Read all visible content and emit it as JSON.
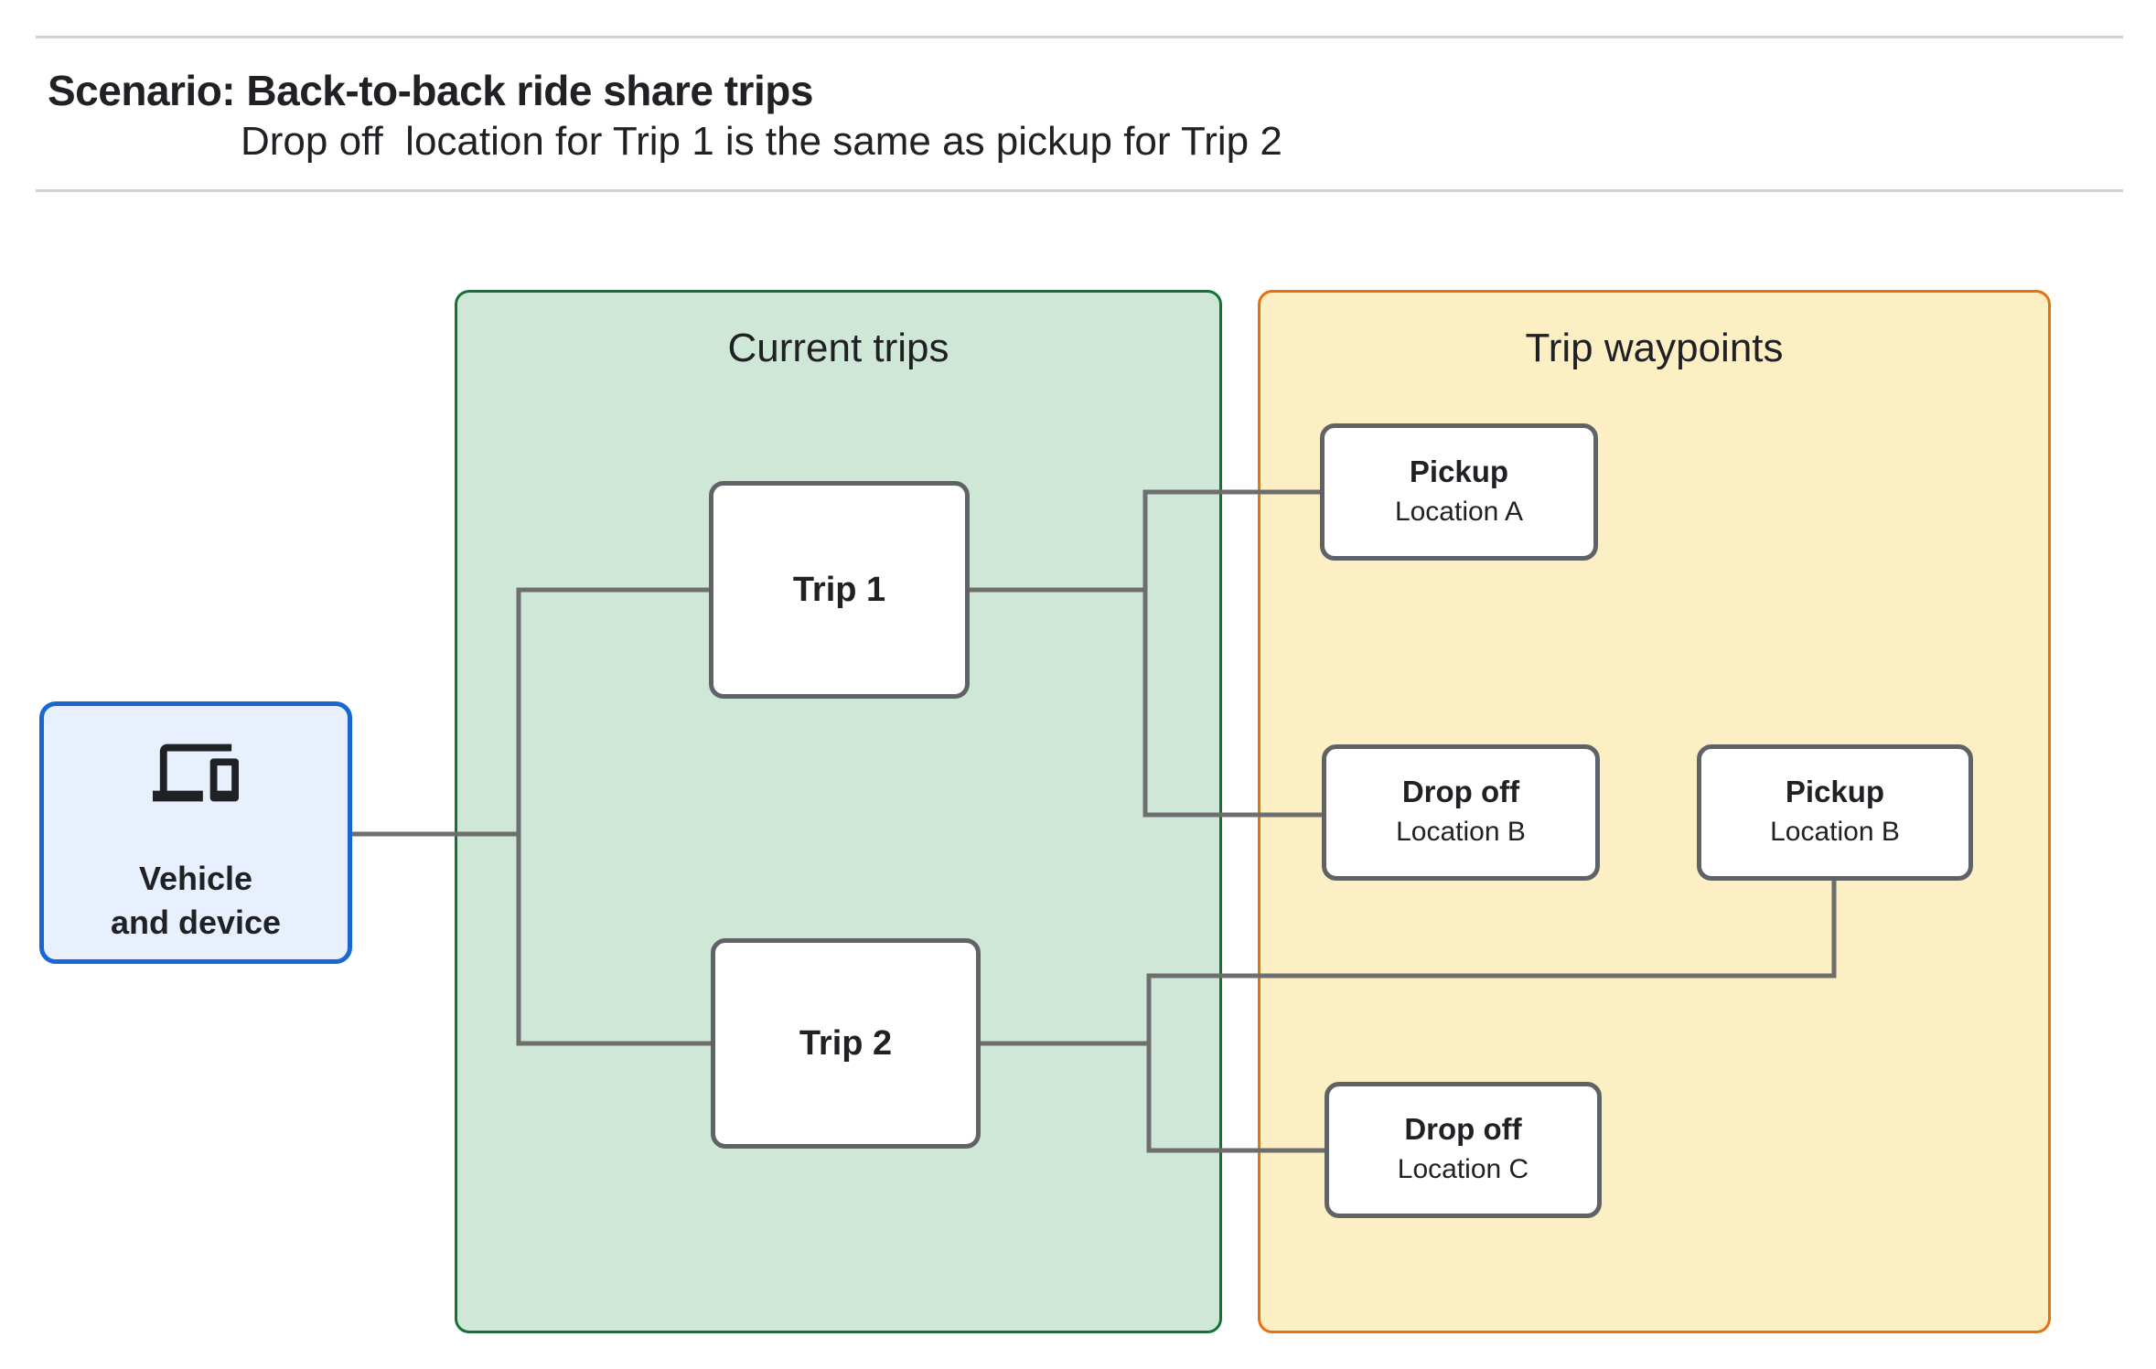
{
  "header": {
    "title": "Scenario: Back-to-back ride share trips",
    "subtitle": "Drop off  location for Trip 1 is the same as pickup for Trip 2"
  },
  "vehicle": {
    "icon": "devices-icon",
    "label_line1": "Vehicle",
    "label_line2": "and device"
  },
  "groups": {
    "current_trips": {
      "title": "Current trips"
    },
    "trip_waypoints": {
      "title": "Trip waypoints"
    }
  },
  "nodes": {
    "trip1": {
      "label": "Trip 1"
    },
    "trip2": {
      "label": "Trip 2"
    },
    "pickup_a": {
      "title": "Pickup",
      "subtitle": "Location A"
    },
    "dropoff_b": {
      "title": "Drop off",
      "subtitle": "Location B"
    },
    "pickup_b": {
      "title": "Pickup",
      "subtitle": "Location B"
    },
    "dropoff_c": {
      "title": "Drop off",
      "subtitle": "Location C"
    }
  },
  "colors": {
    "green_fill": "#CFE7D6",
    "green_border": "#137333",
    "yellow_fill": "#FCEFC4",
    "orange_border": "#E8710A",
    "blue_fill": "#E8F0FE",
    "blue_border": "#1967D2",
    "connector_color": "#6E6E6E",
    "node_border": "#5F6368",
    "text_color": "#202124",
    "divider_color": "#D2D2D2"
  }
}
